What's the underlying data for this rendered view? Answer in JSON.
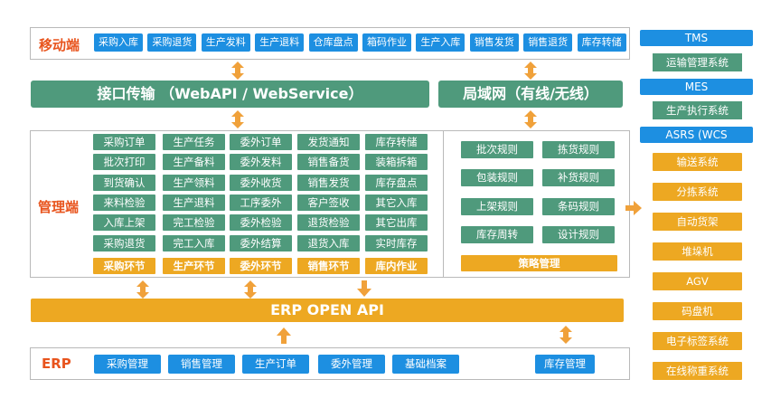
{
  "mobile": {
    "label": "移动端",
    "buttons": [
      "采购入库",
      "采购退货",
      "生产发料",
      "生产退料",
      "仓库盘点",
      "箱码作业",
      "生产入库",
      "销售发货",
      "销售退货",
      "库存转储"
    ]
  },
  "interface_bar": "接口传输 （WebAPI / WebService）",
  "lan_bar": "局域网（有线/无线）",
  "management": {
    "label": "管理端",
    "columns": [
      [
        "采购订单",
        "批次打印",
        "到货确认",
        "来料检验",
        "入库上架",
        "采购退货"
      ],
      [
        "生产任务",
        "生产备料",
        "生产领料",
        "生产退料",
        "完工检验",
        "完工入库"
      ],
      [
        "委外订单",
        "委外发料",
        "委外收货",
        "工序委外",
        "委外检验",
        "委外结算"
      ],
      [
        "发货通知",
        "销售备货",
        "销售发货",
        "客户签收",
        "退货检验",
        "退货入库"
      ],
      [
        "库存转储",
        "装箱拆箱",
        "库存盘点",
        "其它入库",
        "其它出库",
        "实时库存"
      ]
    ],
    "sections": [
      "采购环节",
      "生产环节",
      "委外环节",
      "销售环节",
      "库内作业"
    ],
    "strategy_rules": [
      [
        "批次规则",
        "拣货规则"
      ],
      [
        "包装规则",
        "补货规则"
      ],
      [
        "上架规则",
        "条码规则"
      ],
      [
        "库存周转",
        "设计规则"
      ]
    ],
    "strategy_label": "策略管理"
  },
  "erp_open_api": "ERP  OPEN API",
  "erp": {
    "label": "ERP",
    "buttons": [
      "采购管理",
      "销售管理",
      "生产订单",
      "委外管理",
      "基础档案",
      "库存管理"
    ]
  },
  "right_panel": {
    "tms_title": "TMS",
    "tms_item": "运输管理系统",
    "mes_title": "MES",
    "mes_item": "生产执行系统",
    "asrs_title": "ASRS  (WCS",
    "asrs_items": [
      "输送系统",
      "分拣系统",
      "自动货架",
      "堆垛机",
      "AGV",
      "码盘机",
      "电子标签系统",
      "在线称重系统"
    ]
  },
  "colors": {
    "blue": "#1d8fe1",
    "green": "#4f9a7c",
    "orange": "#eda822",
    "label": "#e8541d"
  }
}
